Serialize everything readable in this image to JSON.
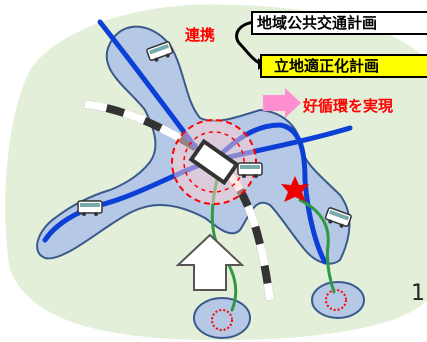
{
  "labels": {
    "link": "連携",
    "plan_transport": "地域公共交通計画",
    "plan_location": "立地適正化計画",
    "result": "好循環を実現",
    "page_number": "1"
  },
  "colors": {
    "region_fill": "#e4efd9",
    "city_fill": "#b5c9e6",
    "city_stroke": "#3b5a8c",
    "bus_route": "#0b3fd6",
    "feeder_route": "#2e9a44",
    "rail_dark": "#333333",
    "rail_light": "#ffffff",
    "hub_ring": "#ff0000",
    "arrow_pink": "#ff8fd0",
    "plan_highlight": "#ffff00",
    "text_red": "#ff0000"
  },
  "icons": [
    "bus-icon",
    "station-icon",
    "spark-icon",
    "up-arrow-icon",
    "link-arrow-icon",
    "pink-arrow-icon"
  ]
}
